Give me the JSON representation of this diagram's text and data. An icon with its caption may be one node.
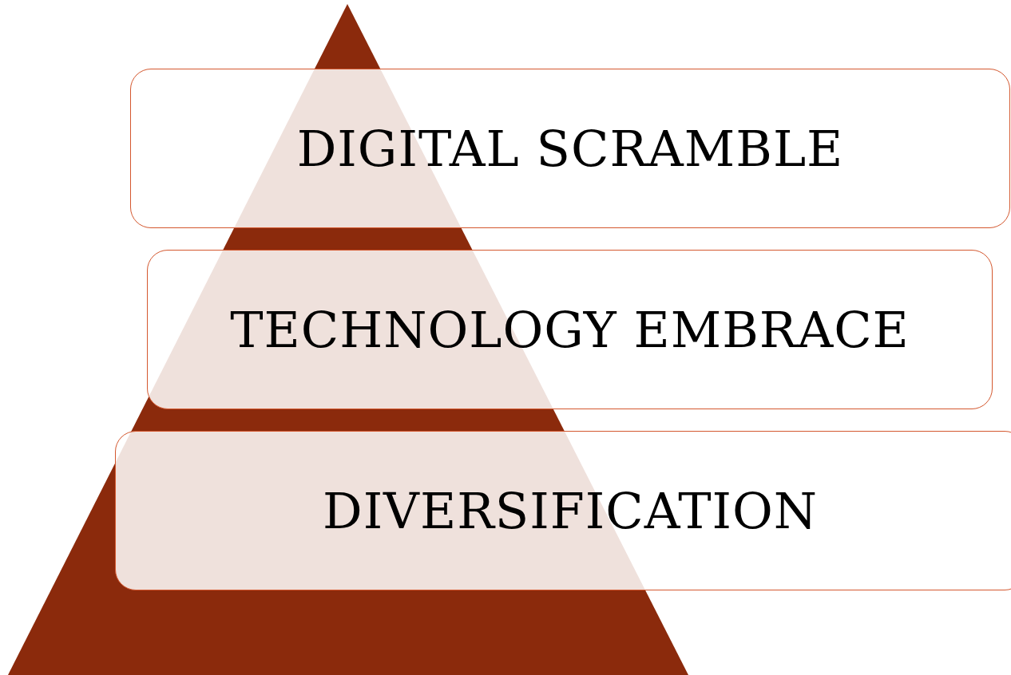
{
  "diagram": {
    "nodes": [
      {
        "text": [
          "DIGITAL SCRAMBLE"
        ]
      },
      {
        "text": [
          "TECHNOLOGY EMBRACE"
        ]
      },
      {
        "text": [
          "DIVERSIFICATION"
        ]
      }
    ],
    "edges": []
  }
}
